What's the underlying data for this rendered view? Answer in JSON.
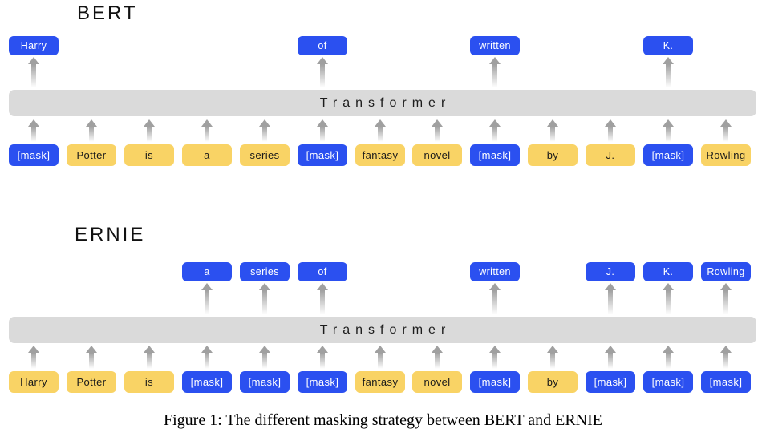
{
  "figure": {
    "caption": "Figure 1: The different masking strategy between BERT and ERNIE",
    "colors": {
      "masked_token_blue": "#2b50f0",
      "word_token_yellow": "#f9d365",
      "transformer_bar_gray": "#dadada",
      "arrow_gray": "#a0a0a0"
    },
    "sections": [
      {
        "id": "bert",
        "title": "BERT",
        "transformer_label": "Transformer",
        "outputs": [
          {
            "text": "Harry",
            "col": 0
          },
          {
            "text": "of",
            "col": 5
          },
          {
            "text": "written",
            "col": 8
          },
          {
            "text": "K.",
            "col": 11
          }
        ],
        "tokens": [
          {
            "text": "[mask]",
            "masked": true
          },
          {
            "text": "Potter",
            "masked": false
          },
          {
            "text": "is",
            "masked": false
          },
          {
            "text": "a",
            "masked": false
          },
          {
            "text": "series",
            "masked": false
          },
          {
            "text": "[mask]",
            "masked": true
          },
          {
            "text": "fantasy",
            "masked": false
          },
          {
            "text": "novel",
            "masked": false
          },
          {
            "text": "[mask]",
            "masked": true
          },
          {
            "text": "by",
            "masked": false
          },
          {
            "text": "J.",
            "masked": false
          },
          {
            "text": "[mask]",
            "masked": true
          },
          {
            "text": "Rowling",
            "masked": false
          }
        ]
      },
      {
        "id": "ernie",
        "title": "ERNIE",
        "transformer_label": "Transformer",
        "outputs": [
          {
            "text": "a",
            "col": 3
          },
          {
            "text": "series",
            "col": 4
          },
          {
            "text": "of",
            "col": 5
          },
          {
            "text": "written",
            "col": 8
          },
          {
            "text": "J.",
            "col": 10
          },
          {
            "text": "K.",
            "col": 11
          },
          {
            "text": "Rowling",
            "col": 12
          }
        ],
        "tokens": [
          {
            "text": "Harry",
            "masked": false
          },
          {
            "text": "Potter",
            "masked": false
          },
          {
            "text": "is",
            "masked": false
          },
          {
            "text": "[mask]",
            "masked": true
          },
          {
            "text": "[mask]",
            "masked": true
          },
          {
            "text": "[mask]",
            "masked": true
          },
          {
            "text": "fantasy",
            "masked": false
          },
          {
            "text": "novel",
            "masked": false
          },
          {
            "text": "[mask]",
            "masked": true
          },
          {
            "text": "by",
            "masked": false
          },
          {
            "text": "[mask]",
            "masked": true
          },
          {
            "text": "[mask]",
            "masked": true
          },
          {
            "text": "[mask]",
            "masked": true
          }
        ]
      }
    ]
  }
}
